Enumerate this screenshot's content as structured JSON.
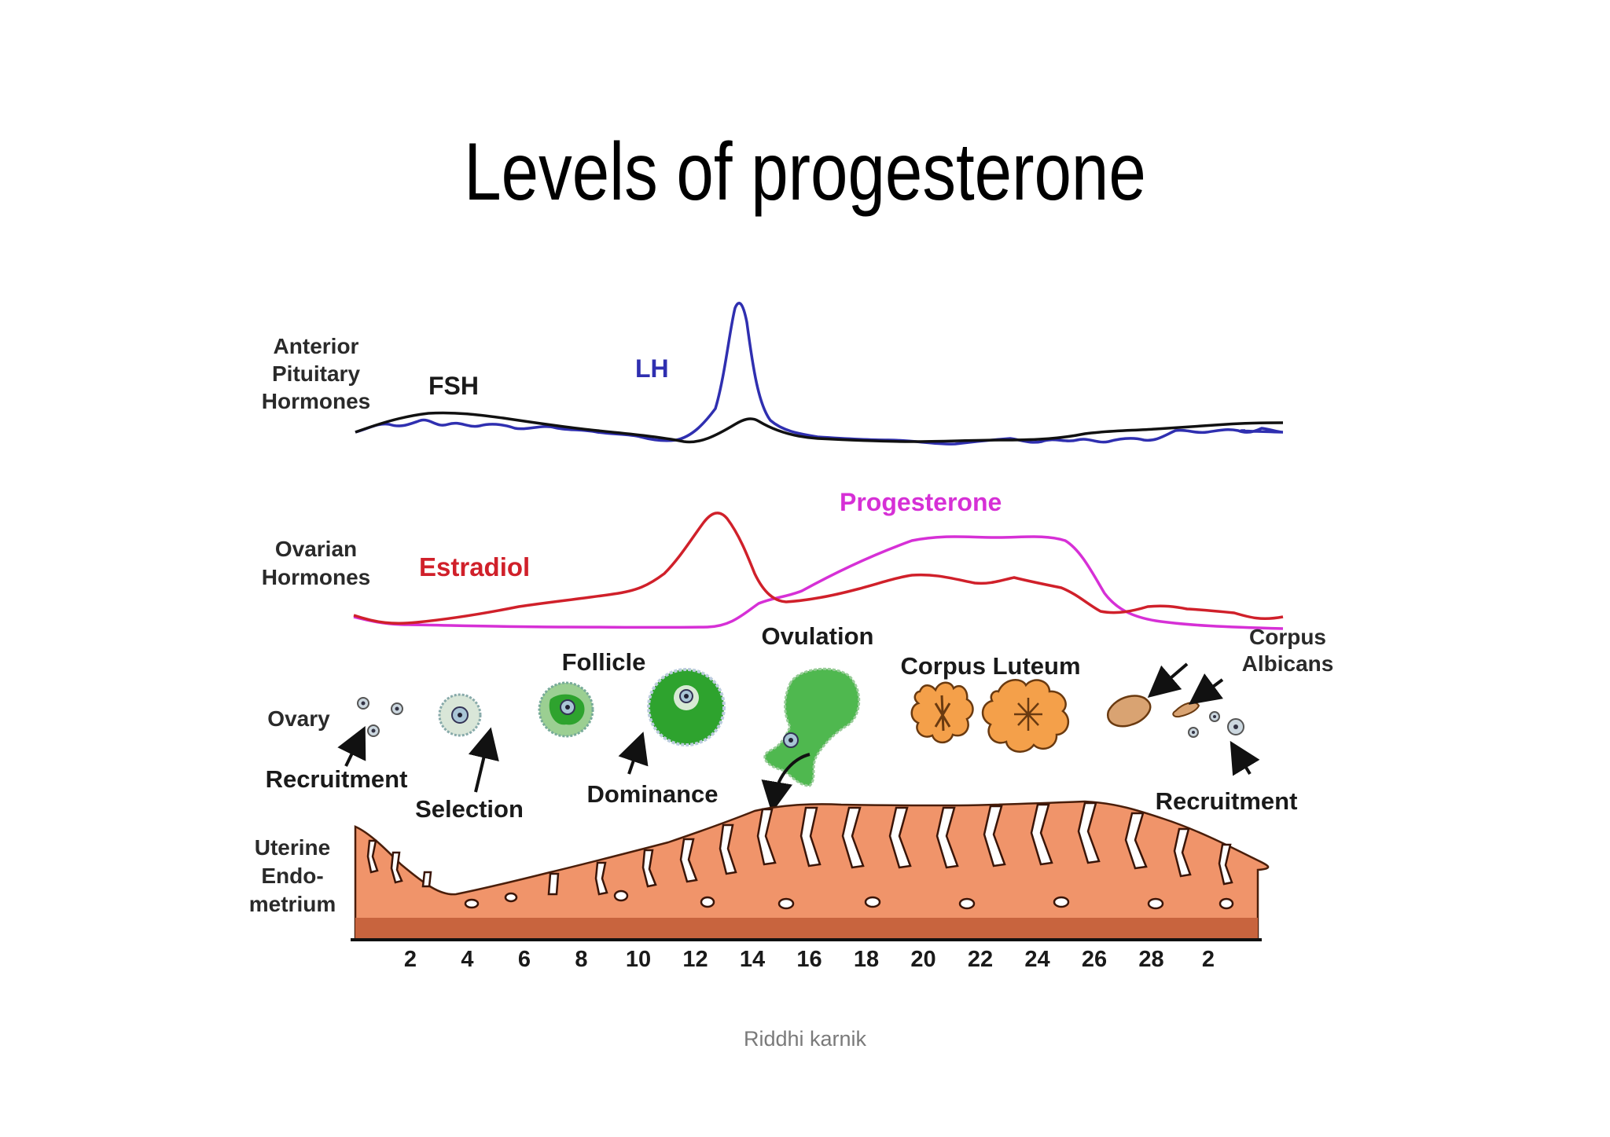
{
  "title": "Levels of progesterone",
  "footer": "Riddhi karnik",
  "diagram": {
    "section_labels": {
      "pituitary": [
        "Anterior",
        "Pituitary",
        "Hormones"
      ],
      "ovarian": [
        "Ovarian",
        "Hormones"
      ],
      "ovary": "Ovary",
      "uterine": [
        "Uterine",
        "Endo-",
        "metrium"
      ]
    },
    "hormone_labels": {
      "fsh": "FSH",
      "lh": "LH",
      "estradiol": "Estradiol",
      "progesterone": "Progesterone"
    },
    "stage_labels": {
      "follicle": "Follicle",
      "ovulation": "Ovulation",
      "corpus_luteum": "Corpus Luteum",
      "corpus_albicans": [
        "Corpus",
        "Albicans"
      ],
      "recruitment_left": "Recruitment",
      "selection": "Selection",
      "dominance": "Dominance",
      "recruitment_right": "Recruitment"
    },
    "day_ticks": [
      "2",
      "4",
      "6",
      "8",
      "10",
      "12",
      "14",
      "16",
      "18",
      "20",
      "22",
      "24",
      "26",
      "28",
      "2"
    ],
    "colors": {
      "fsh": "#111111",
      "lh": "#2f2fb0",
      "estradiol": "#d0202a",
      "progesterone": "#d630d6",
      "follicle_green": "#2ea32e",
      "corpus_orange": "#f4a04a",
      "endometrium": "#f0946a"
    }
  }
}
